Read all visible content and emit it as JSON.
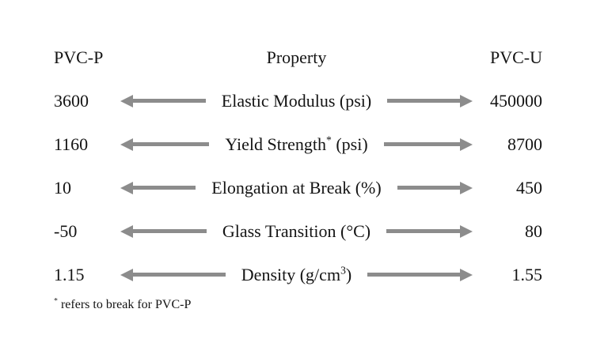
{
  "colors": {
    "arrow": "#8c8c8c",
    "text": "#141414",
    "background": "#ffffff"
  },
  "header": {
    "left": "PVC-P",
    "center": "Property",
    "right": "PVC-U"
  },
  "rows": [
    {
      "pvc_p": "3600",
      "property": "Elastic Modulus (psi)",
      "property_sup": "",
      "property_post": "",
      "pvc_u": "450000"
    },
    {
      "pvc_p": "1160",
      "property": "Yield Strength",
      "property_sup": "*",
      "property_post": " (psi)",
      "pvc_u": "8700"
    },
    {
      "pvc_p": "10",
      "property": "Elongation at Break (%)",
      "property_sup": "",
      "property_post": "",
      "pvc_u": "450"
    },
    {
      "pvc_p": "-50",
      "property": "Glass Transition (°C)",
      "property_sup": "",
      "property_post": "",
      "pvc_u": "80"
    },
    {
      "pvc_p": "1.15",
      "property": "Density (g/cm",
      "property_sup": "3",
      "property_post": ")",
      "pvc_u": "1.55"
    }
  ],
  "footnote": {
    "sup": "*",
    "text": " refers to break for PVC-P"
  }
}
